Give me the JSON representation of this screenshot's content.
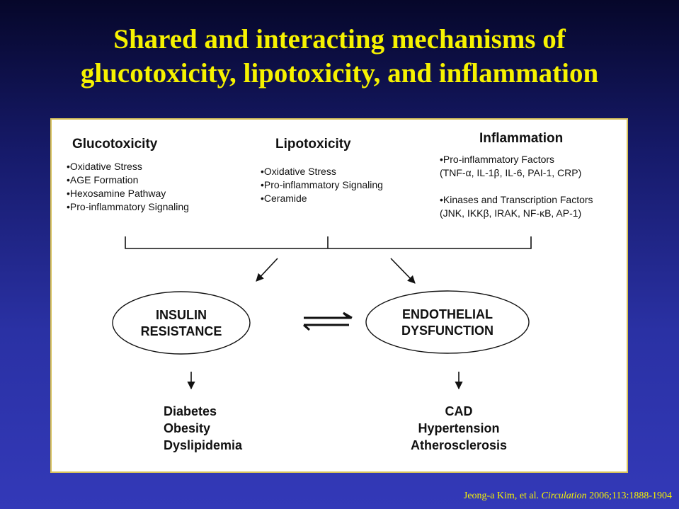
{
  "title": {
    "line1": "Shared and interacting mechanisms of",
    "line2": "glucotoxicity, lipotoxicity, and inflammation"
  },
  "diagram": {
    "glucotoxicity": {
      "heading": "Glucotoxicity",
      "items": [
        "•Oxidative Stress",
        "•AGE Formation",
        "•Hexosamine Pathway",
        "•Pro-inflammatory Signaling"
      ]
    },
    "lipotoxicity": {
      "heading": "Lipotoxicity",
      "items": [
        "•Oxidative Stress",
        "•Pro-inflammatory Signaling",
        "•Ceramide"
      ]
    },
    "inflammation": {
      "heading": "Inflammation",
      "items": [
        "•Pro-inflammatory Factors",
        "(TNF-α, IL-1β, IL-6, PAI-1, CRP)",
        "•Kinases and Transcription Factors",
        "(JNK, IKKβ, IRAK,  NF-κB, AP-1)"
      ]
    },
    "insulin_resistance": {
      "line1": "INSULIN",
      "line2": "RESISTANCE"
    },
    "endothelial_dysfunction": {
      "line1": "ENDOTHELIAL",
      "line2": "DYSFUNCTION"
    },
    "left_outcomes": [
      "Diabetes",
      "Obesity",
      "Dyslipidemia"
    ],
    "right_outcomes": [
      "CAD",
      "Hypertension",
      "Atherosclerosis"
    ]
  },
  "citation": {
    "authors": "Jeong-a Kim, et al.",
    "journal": "Circulation",
    "ref": "2006;113:1888-1904"
  }
}
